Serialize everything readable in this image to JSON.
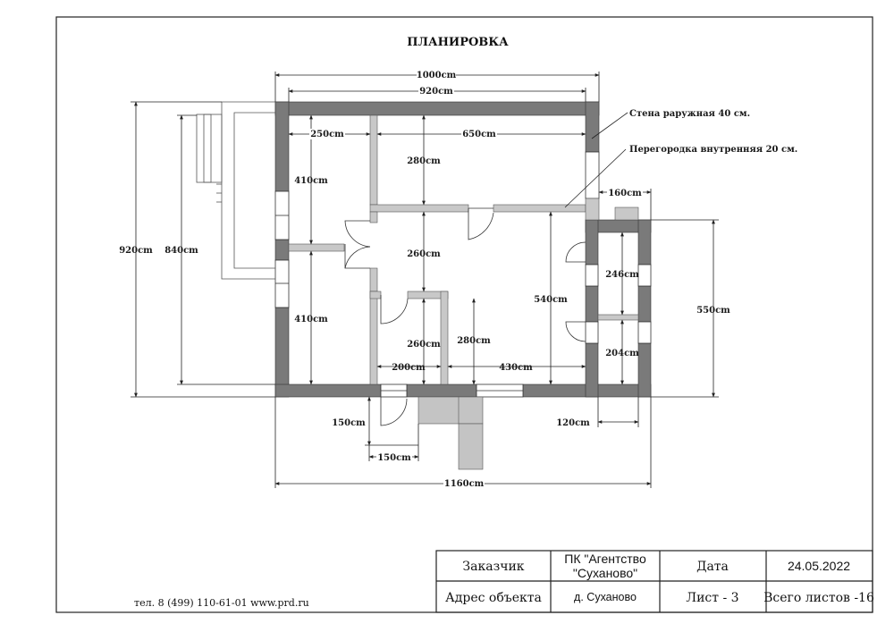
{
  "title": "ПЛАНИРОВКА",
  "dimensions": {
    "d1000": "1000cm",
    "d920_top": "920cm",
    "d250": "250cm",
    "d650": "650cm",
    "d280_top": "280cm",
    "d410_a": "410cm",
    "d410_b": "410cm",
    "d260_mid": "260cm",
    "d540": "540cm",
    "d160": "160cm",
    "d246": "246cm",
    "d204": "204cm",
    "d550": "550cm",
    "d260_low": "260cm",
    "d280_low": "280cm",
    "d200": "200cm",
    "d430": "430cm",
    "d920_left": "920cm",
    "d840": "840cm",
    "d150_v": "150cm",
    "d150_h": "150cm",
    "d120": "120cm",
    "d1160": "1160cm"
  },
  "notes": {
    "outer_wall": "Стена раружная 40 см.",
    "partition": "Перегородка внутренняя 20 см."
  },
  "title_block": {
    "customer_label": "Заказчик",
    "company_line1": "ПК \"Агентство",
    "company_line2": "\"Суханово\"",
    "date_label": "Дата",
    "date_value": "24.05.2022",
    "address_label": "Адрес объекта",
    "address_value": "д. Суханово",
    "sheet": "Лист  - 3",
    "total_sheets": "Всего листов -16"
  },
  "footer": {
    "contact": "тел. 8 (499) 110-61-01  www.prd.ru"
  },
  "colors": {
    "outer_wall": "#7a7a7a",
    "partition": "#c8c8c8",
    "porch": "#c4c4c4",
    "line": "#222222"
  }
}
